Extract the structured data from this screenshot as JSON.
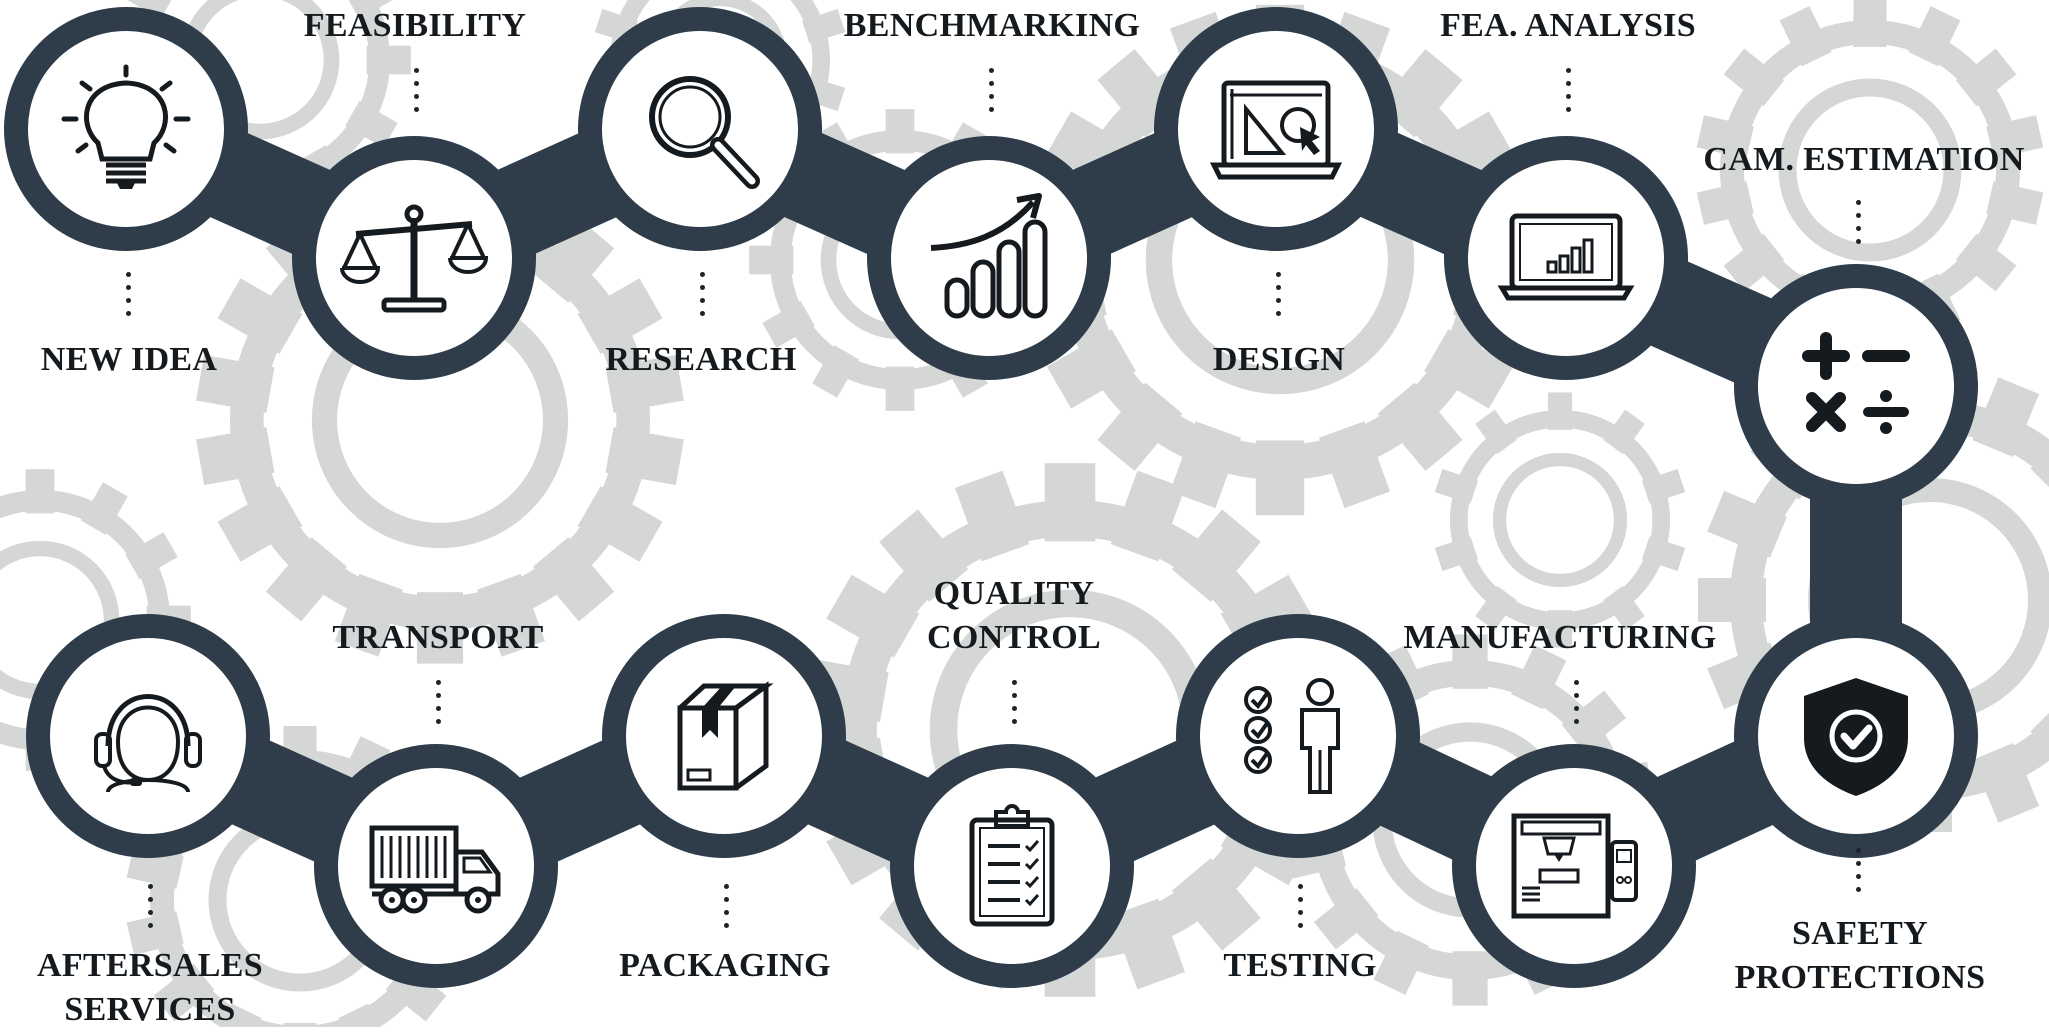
{
  "colors": {
    "track": "#2f3d4b",
    "node_fill": "#ffffff",
    "gear": "#d4d7d6",
    "icon": "#151a1f",
    "label": "#151a1f"
  },
  "steps": [
    {
      "id": 1,
      "label": "NEW IDEA",
      "icon": "lightbulb-icon"
    },
    {
      "id": 2,
      "label": "FEASIBILITY",
      "icon": "balance-scale-icon"
    },
    {
      "id": 3,
      "label": "RESEARCH",
      "icon": "magnifying-glass-icon"
    },
    {
      "id": 4,
      "label": "BENCHMARKING",
      "icon": "growth-chart-icon"
    },
    {
      "id": 5,
      "label": "DESIGN",
      "icon": "drafting-board-icon"
    },
    {
      "id": 6,
      "label": "FEA. ANALYSIS",
      "icon": "laptop-chart-icon"
    },
    {
      "id": 7,
      "label": "CAM. ESTIMATION",
      "icon": "calculator-symbols-icon"
    },
    {
      "id": 8,
      "label": "SAFETY PROTECTIONS",
      "label_lines": [
        "SAFETY",
        "PROTECTIONS"
      ],
      "icon": "shield-check-icon"
    },
    {
      "id": 9,
      "label": "MANUFACTURING",
      "icon": "3d-printer-icon"
    },
    {
      "id": 10,
      "label": "TESTING",
      "icon": "checklist-person-icon"
    },
    {
      "id": 11,
      "label": "QUALITY CONTROL",
      "label_lines": [
        "QUALITY",
        "CONTROL"
      ],
      "icon": "clipboard-check-icon"
    },
    {
      "id": 12,
      "label": "PACKAGING",
      "icon": "package-box-icon"
    },
    {
      "id": 13,
      "label": "TRANSPORT",
      "icon": "delivery-truck-icon"
    },
    {
      "id": 14,
      "label": "AFTERSALES SERVICES",
      "label_lines": [
        "AFTERSALES",
        "SERVICES"
      ],
      "icon": "headset-support-icon"
    }
  ]
}
